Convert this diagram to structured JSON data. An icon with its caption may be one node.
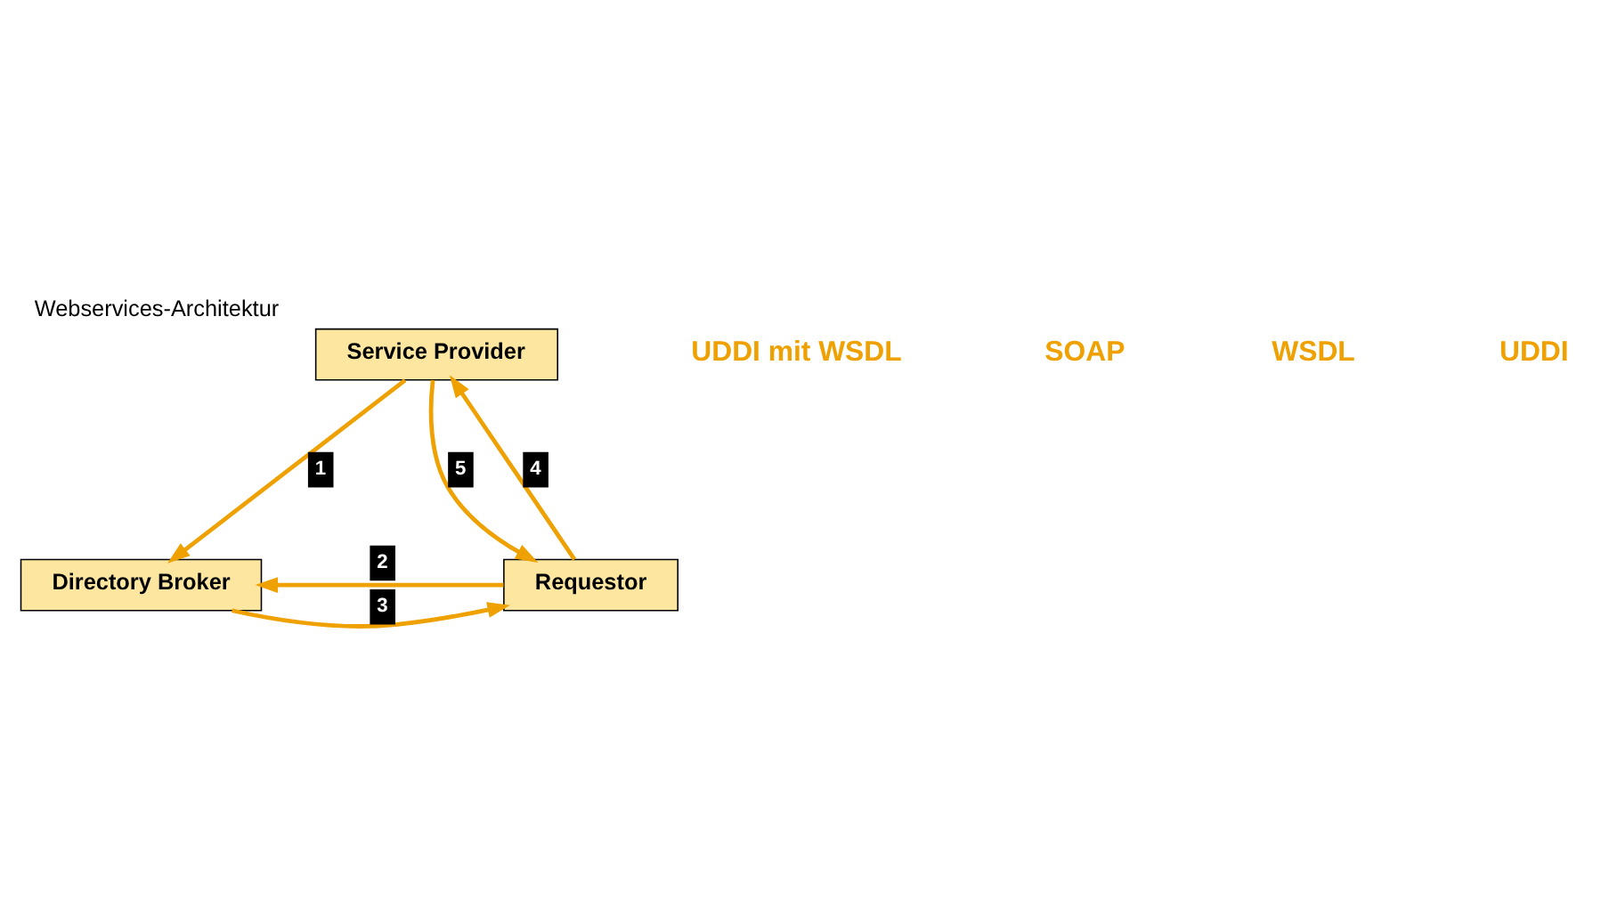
{
  "diagram": {
    "title": "Webservices-Architektur",
    "nodes": [
      {
        "text": [
          "Service Provider"
        ]
      },
      {
        "text": [
          "Directory Broker"
        ]
      },
      {
        "text": [
          "Requestor"
        ]
      }
    ],
    "edges": [
      {
        "from": 0,
        "to": 1,
        "arrow": "to",
        "label": "1"
      },
      {
        "from": 2,
        "to": 1,
        "arrow": "to",
        "label": "2"
      },
      {
        "from": 1,
        "to": 2,
        "arrow": "to",
        "label": "3"
      },
      {
        "from": 2,
        "to": 0,
        "arrow": "to",
        "label": "4"
      },
      {
        "from": 0,
        "to": 2,
        "arrow": "to",
        "label": "5"
      }
    ],
    "labels": [
      "UDDI mit WSDL",
      "SOAP",
      "WSDL",
      "UDDI"
    ]
  }
}
